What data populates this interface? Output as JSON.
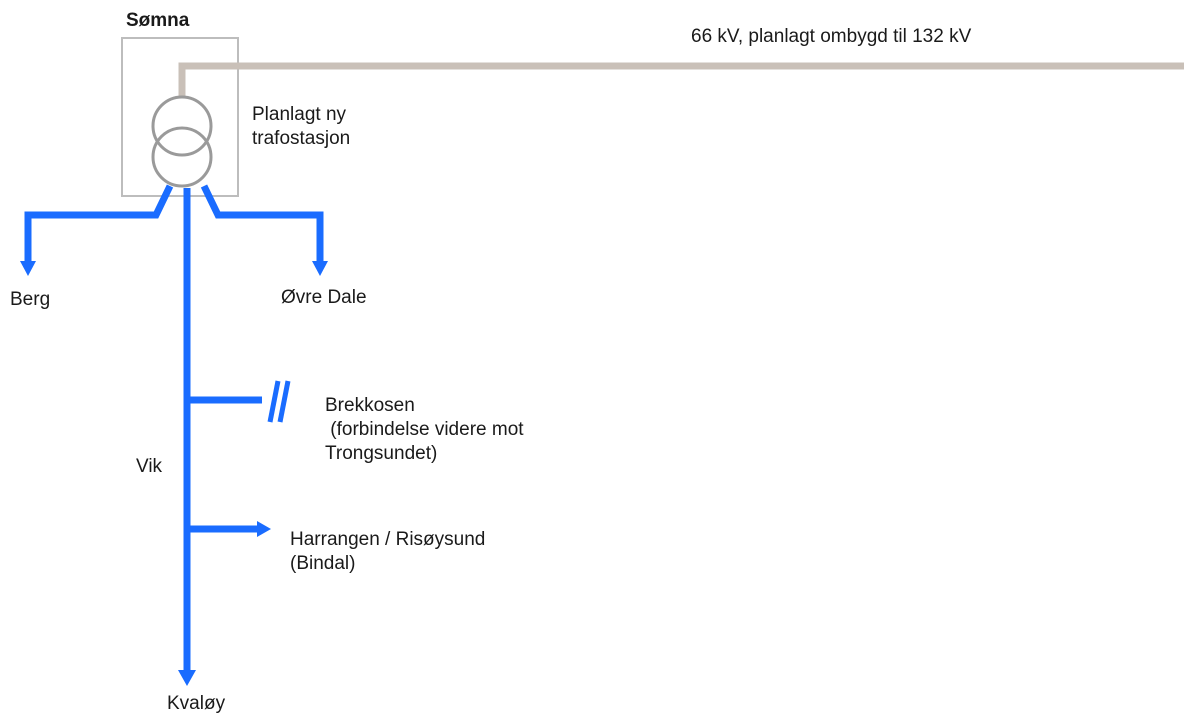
{
  "station": {
    "name": "Sømna",
    "description": "Planlagt ny\ntrafostasjon"
  },
  "supply_line": {
    "label": "66 kV, planlagt ombygd til 132 kV",
    "color": "#c9c0b8"
  },
  "feeder_color": "#1a6cff",
  "frame_color": "#bdbdbd",
  "transformer_color": "#9a9a9a",
  "destinations": {
    "berg": "Berg",
    "ovre_dale": "Øvre Dale",
    "vik": "Vik",
    "brekkosen": "Brekkosen\n (forbindelse videre mot\nTrongsundet)",
    "harrangen": "Harrangen / Risøysund\n(Bindal)",
    "kvaloy": "Kvaløy"
  }
}
